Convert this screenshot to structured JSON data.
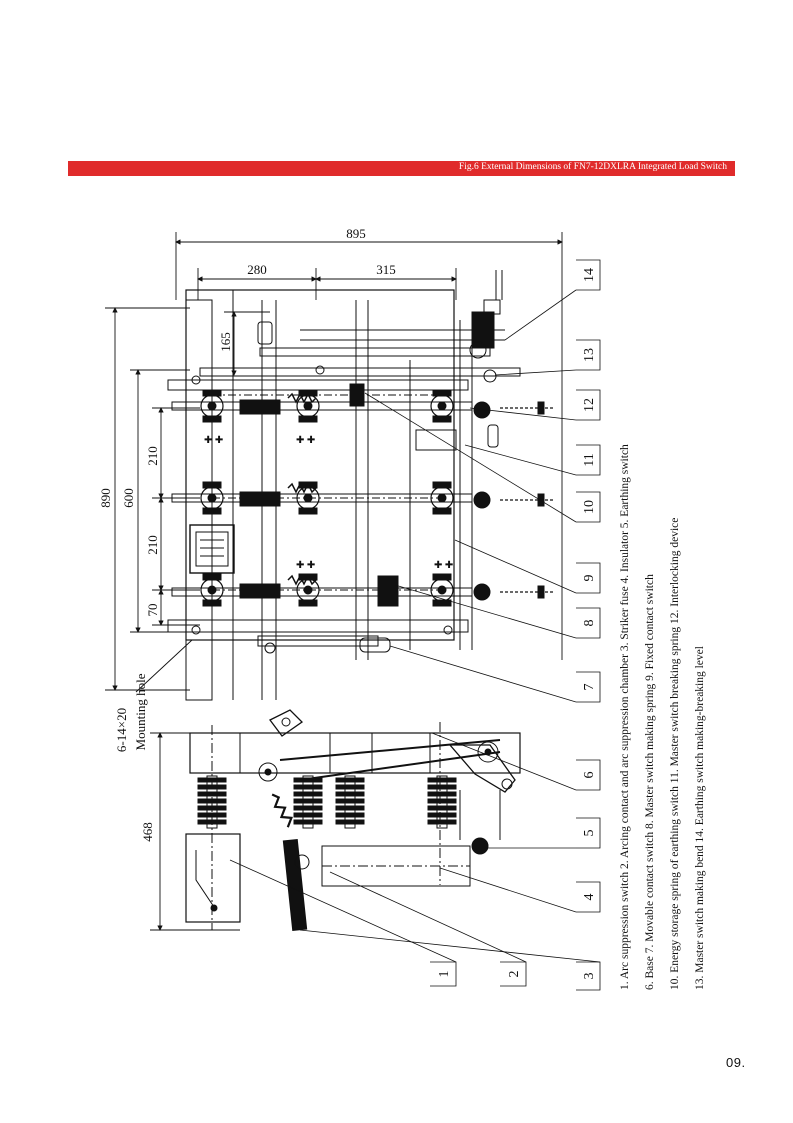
{
  "header": {
    "title": "Fig.6 External Dimensions of FN7-12DXLRA Integrated Load Switch",
    "color": "#e02b2b"
  },
  "dimensions": {
    "d895": "895",
    "d280": "280",
    "d315": "315",
    "d165": "165",
    "d890": "890",
    "d600": "600",
    "d210a": "210",
    "d210b": "210",
    "d70": "70",
    "d468": "468",
    "mount_size": "6-14×20",
    "mount_label": "Mounting hole"
  },
  "callouts": [
    "1",
    "2",
    "3",
    "4",
    "5",
    "6",
    "7",
    "8",
    "9",
    "10",
    "11",
    "12",
    "13",
    "14"
  ],
  "legend": {
    "line1": "1. Arc suppression switch 2. Arcing contact and arc suppression chamber 3. Striker fuse 4. Insulator 5. Earthing switch",
    "line2": "6. Base 7. Movable contact switch 8. Master switch making spring 9. Fixed contact switch",
    "line3": "10. Energy storage spring of earthing switch 11. Master switch breaking spring  12. Interlocking device",
    "line4": "13. Master switch making bend 14. Earthing switch making-breaking level"
  },
  "page_number": "09."
}
